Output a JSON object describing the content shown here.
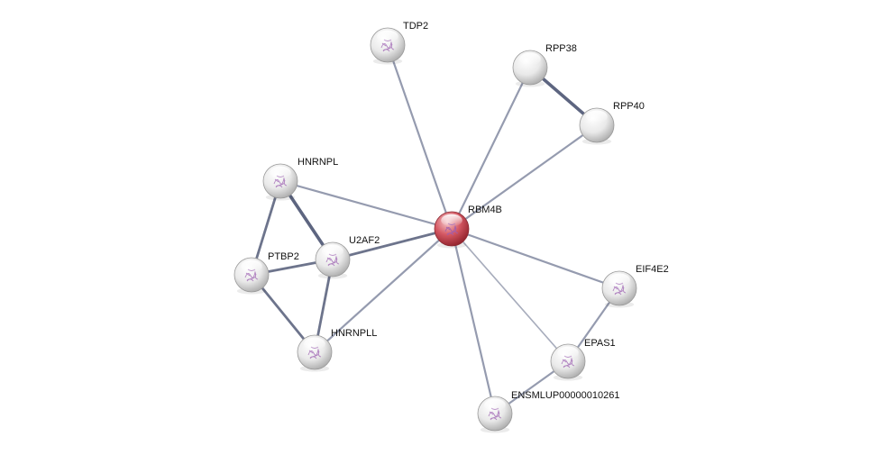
{
  "nodes": [
    {
      "id": "RBM4B",
      "label": "RBM4B",
      "query": true,
      "icon": "protein-structure-icon"
    },
    {
      "id": "TDP2",
      "label": "TDP2",
      "query": false,
      "icon": "protein-structure-icon"
    },
    {
      "id": "RPP38",
      "label": "RPP38",
      "query": false,
      "icon": ""
    },
    {
      "id": "RPP40",
      "label": "RPP40",
      "query": false,
      "icon": ""
    },
    {
      "id": "HNRNPL",
      "label": "HNRNPL",
      "query": false,
      "icon": "protein-structure-icon"
    },
    {
      "id": "U2AF2",
      "label": "U2AF2",
      "query": false,
      "icon": "protein-structure-icon"
    },
    {
      "id": "PTBP2",
      "label": "PTBP2",
      "query": false,
      "icon": "protein-structure-icon"
    },
    {
      "id": "HNRNPLL",
      "label": "HNRNPLL",
      "query": false,
      "icon": "protein-structure-icon"
    },
    {
      "id": "EIF4E2",
      "label": "EIF4E2",
      "query": false,
      "icon": "protein-structure-icon"
    },
    {
      "id": "EPAS1",
      "label": "EPAS1",
      "query": false,
      "icon": "protein-structure-icon"
    },
    {
      "id": "ENSMLUP00000010261",
      "label": "ENSMLUP00000010261",
      "query": false,
      "icon": "protein-structure-icon"
    }
  ],
  "edges": [
    {
      "source": "RBM4B",
      "target": "TDP2",
      "strength": "medium"
    },
    {
      "source": "RBM4B",
      "target": "RPP38",
      "strength": "medium"
    },
    {
      "source": "RBM4B",
      "target": "RPP40",
      "strength": "medium"
    },
    {
      "source": "RBM4B",
      "target": "HNRNPL",
      "strength": "medium"
    },
    {
      "source": "RBM4B",
      "target": "U2AF2",
      "strength": "strong"
    },
    {
      "source": "RBM4B",
      "target": "HNRNPLL",
      "strength": "medium"
    },
    {
      "source": "RBM4B",
      "target": "EIF4E2",
      "strength": "medium"
    },
    {
      "source": "RBM4B",
      "target": "EPAS1",
      "strength": "weak"
    },
    {
      "source": "RBM4B",
      "target": "ENSMLUP00000010261",
      "strength": "medium"
    },
    {
      "source": "RPP38",
      "target": "RPP40",
      "strength": "very-strong"
    },
    {
      "source": "HNRNPL",
      "target": "U2AF2",
      "strength": "very-strong"
    },
    {
      "source": "HNRNPL",
      "target": "PTBP2",
      "strength": "strong"
    },
    {
      "source": "PTBP2",
      "target": "U2AF2",
      "strength": "strong"
    },
    {
      "source": "PTBP2",
      "target": "HNRNPLL",
      "strength": "strong"
    },
    {
      "source": "U2AF2",
      "target": "HNRNPLL",
      "strength": "strong"
    },
    {
      "source": "EIF4E2",
      "target": "EPAS1",
      "strength": "medium"
    },
    {
      "source": "EPAS1",
      "target": "ENSMLUP00000010261",
      "strength": "medium"
    }
  ],
  "colors": {
    "query_node": "#c0434f",
    "node": "#e4e4e4",
    "edge": "#8a90a6",
    "edge_strong": "#5d6580",
    "structure": "#9b5db0"
  }
}
